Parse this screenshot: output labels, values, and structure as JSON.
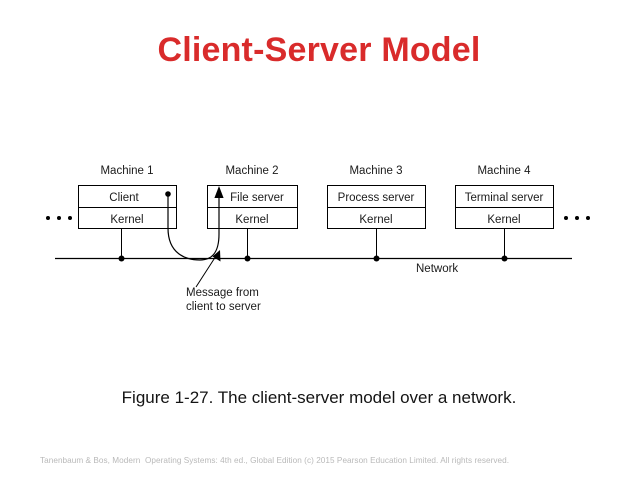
{
  "slide": {
    "title": "Client-Server Model",
    "title_color": "#d92b2b",
    "caption": "Figure 1-27. The client-server model over a network.",
    "footer": "Tanenbaum & Bos, Modern  Operating Systems: 4th ed., Global Edition (c) 2015 Pearson Education Limited. All rights reserved."
  },
  "diagram": {
    "machines": [
      {
        "title": "Machine 1",
        "top_row": "Client",
        "bottom_row": "Kernel"
      },
      {
        "title": "Machine 2",
        "top_row": "File server",
        "bottom_row": "Kernel"
      },
      {
        "title": "Machine 3",
        "top_row": "Process server",
        "bottom_row": "Kernel"
      },
      {
        "title": "Machine 4",
        "top_row": "Terminal server",
        "bottom_row": "Kernel"
      }
    ],
    "network_label": "Network",
    "message_note_line1": "Message from",
    "message_note_line2": "client to server",
    "ellipsis_left": "•  •  •",
    "ellipsis_right": "•  •  •"
  }
}
